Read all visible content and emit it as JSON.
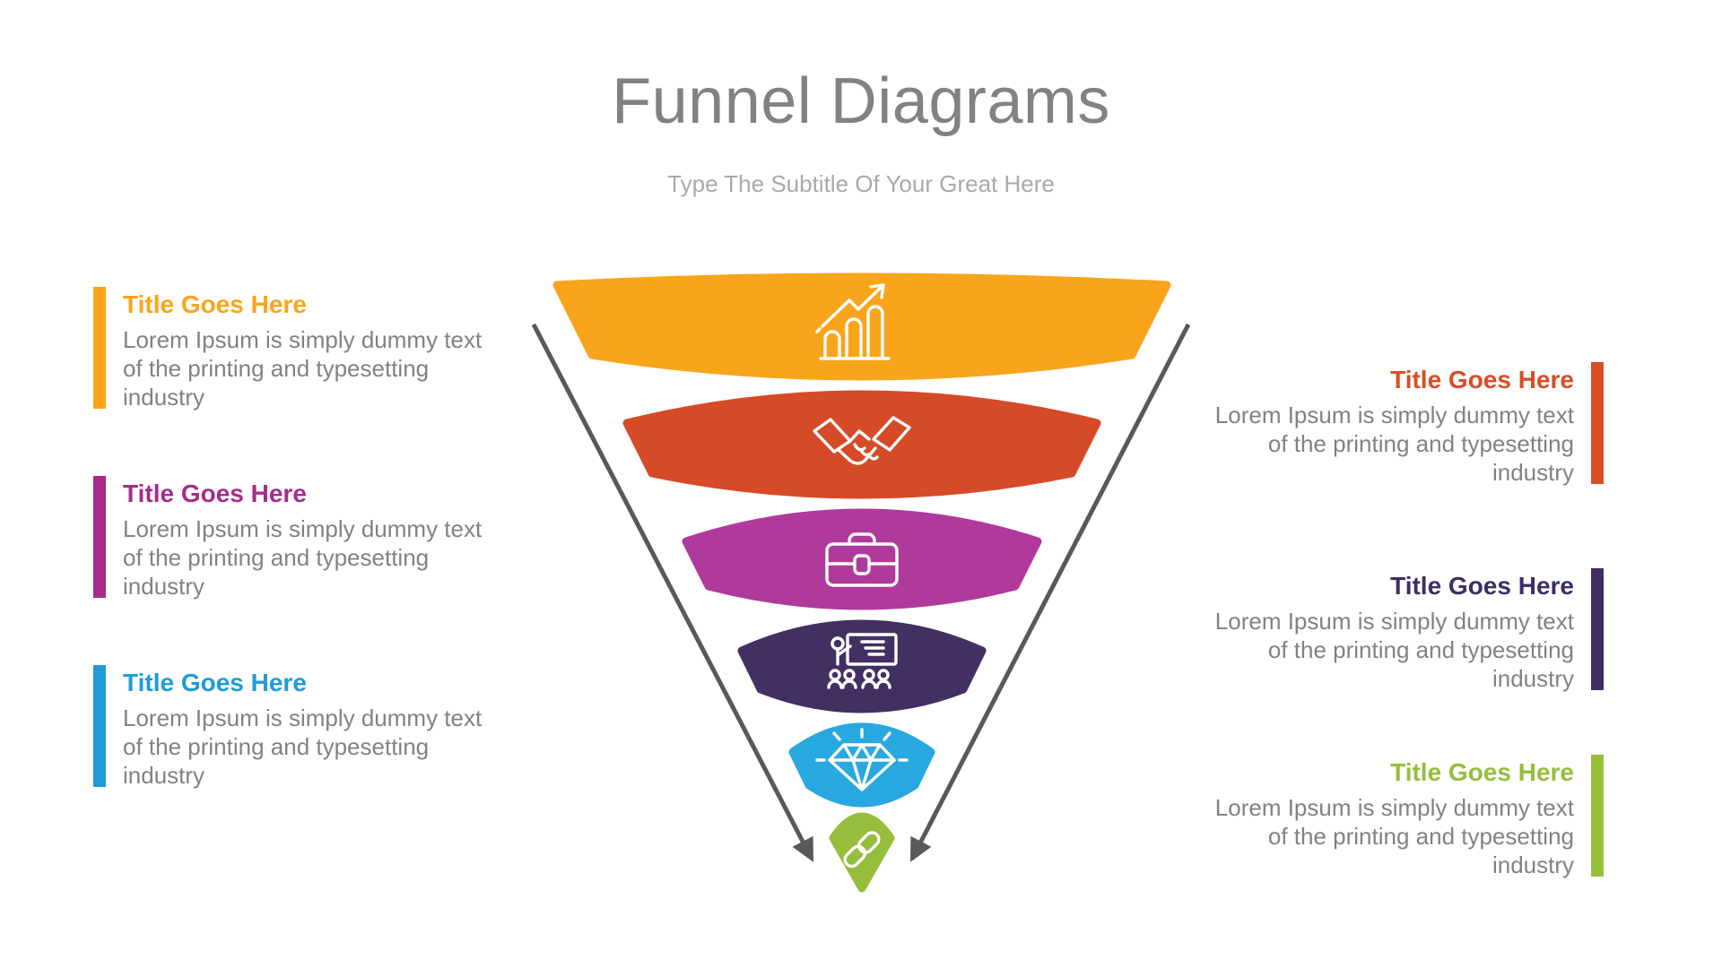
{
  "slide": {
    "title": "Funnel Diagrams",
    "subtitle": "Type The Subtitle Of Your Great Here",
    "title_color": "#808285",
    "subtitle_color": "#A7A9AC",
    "body_text_color": "#808285",
    "arrow_color": "#58595B",
    "background": "#FFFFFF"
  },
  "funnel": {
    "segments": [
      {
        "icon": "growth-chart-icon",
        "color": "#F9A51B"
      },
      {
        "icon": "handshake-icon",
        "color": "#D54B28"
      },
      {
        "icon": "briefcase-icon",
        "color": "#B03A9C"
      },
      {
        "icon": "presentation-icon",
        "color": "#423063"
      },
      {
        "icon": "diamond-icon",
        "color": "#29A8E0"
      },
      {
        "icon": "chain-link-icon",
        "color": "#97BD3D"
      }
    ]
  },
  "left_blocks": [
    {
      "title": "Title Goes Here",
      "body": "Lorem Ipsum is simply dummy text of the printing and typesetting industry",
      "accent": "#F9A51B"
    },
    {
      "title": "Title Goes Here",
      "body": "Lorem Ipsum is simply dummy text of the printing and typesetting industry",
      "accent": "#A62C8C"
    },
    {
      "title": "Title Goes Here",
      "body": "Lorem Ipsum is simply dummy text of the printing and typesetting industry",
      "accent": "#1E9CD7"
    }
  ],
  "right_blocks": [
    {
      "title": "Title Goes Here",
      "body": "Lorem Ipsum is simply dummy text of the printing and typesetting industry",
      "accent": "#D94E27"
    },
    {
      "title": "Title Goes Here",
      "body": "Lorem Ipsum is simply dummy text of the printing and typesetting industry",
      "accent": "#3F2D66"
    },
    {
      "title": "Title Goes Here",
      "body": "Lorem Ipsum is simply dummy text of the printing and typesetting industry",
      "accent": "#96BE3C"
    }
  ]
}
